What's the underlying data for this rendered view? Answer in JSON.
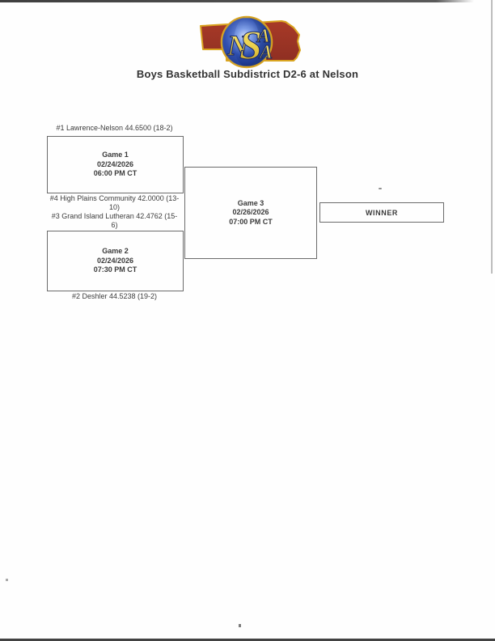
{
  "page": {
    "title": "Boys Basketball Subdistrict D2-6 at Nelson"
  },
  "logo": {
    "organization": "NSAA",
    "letters": [
      "N",
      "S",
      "A",
      "A"
    ],
    "colors": {
      "state_red": "#9e3527",
      "gold_trim": "#d9a420",
      "globe_blue": "#1e3e96",
      "globe_highlight": "#7f9fe8",
      "letter_gold": "#ecd04a",
      "letter_outline": "#1b2a66"
    }
  },
  "bracket": {
    "seeds": [
      {
        "id": "seed-1",
        "lines": [
          "#1 Lawrence-Nelson 44.6500 (18-2)"
        ]
      },
      {
        "id": "seed-4",
        "lines": [
          "#4 High Plains Community 42.0000 (13-",
          "10)"
        ]
      },
      {
        "id": "seed-3",
        "lines": [
          "#3 Grand Island Lutheran 42.4762 (15-",
          "6)"
        ]
      },
      {
        "id": "seed-2",
        "lines": [
          "#2 Deshler 44.5238 (19-2)"
        ]
      }
    ],
    "games": [
      {
        "name": "Game 1",
        "date": "02/24/2026",
        "time": "06:00 PM CT"
      },
      {
        "name": "Game 2",
        "date": "02/24/2026",
        "time": "07:30 PM CT"
      },
      {
        "name": "Game 3",
        "date": "02/26/2026",
        "time": "07:00 PM CT"
      }
    ],
    "winner_label": "WINNER"
  }
}
